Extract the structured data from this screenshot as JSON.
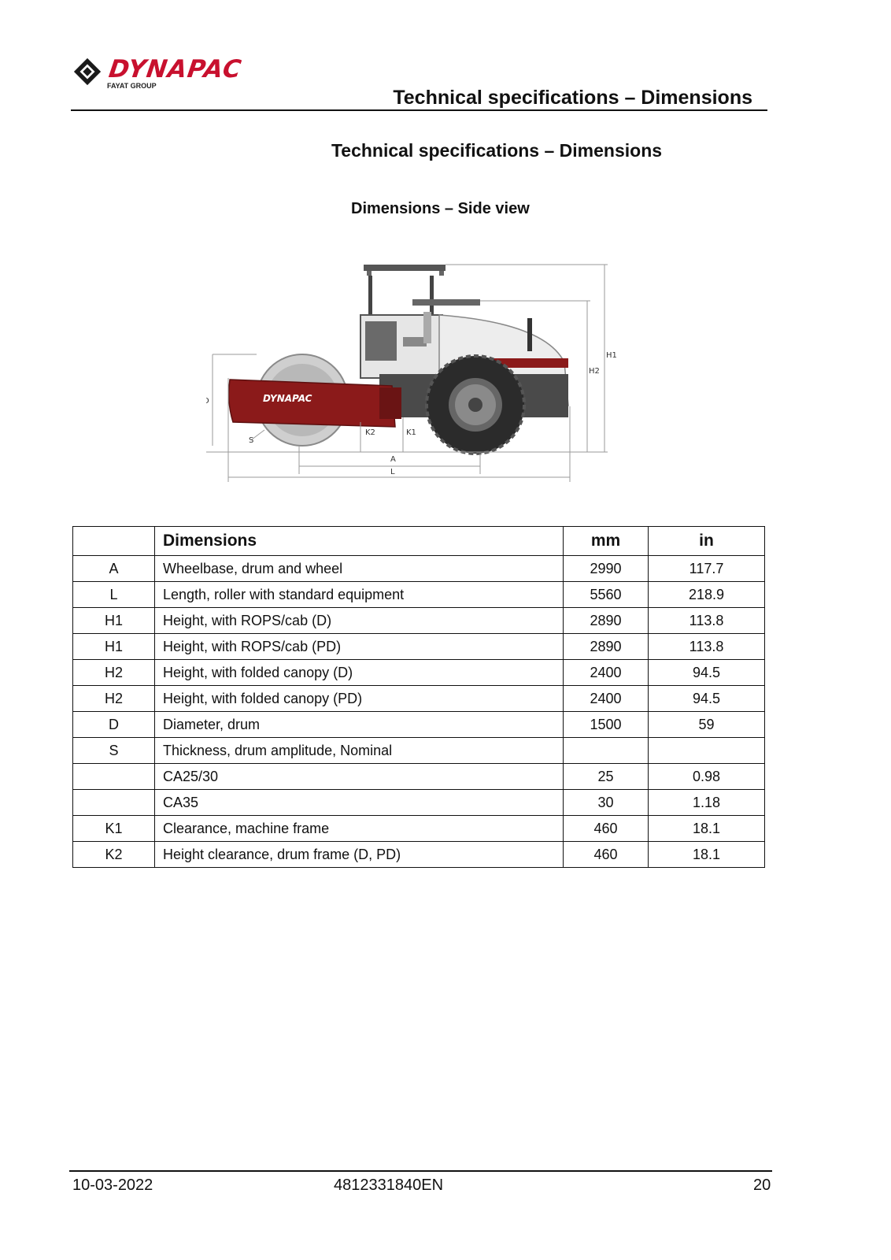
{
  "brand": {
    "name": "DYNAPAC",
    "group": "FAYAT GROUP",
    "color": "#c8102e"
  },
  "header": {
    "title": "Technical specifications – Dimensions"
  },
  "main": {
    "title": "Technical specifications – Dimensions",
    "view_title": "Dimensions – Side view"
  },
  "diagram": {
    "machine_logo": "DYNAPAC",
    "labels": {
      "A": "A",
      "L": "L",
      "H1": "H1",
      "H2": "H2",
      "D": "D",
      "S": "S",
      "K1": "K1",
      "K2": "K2"
    }
  },
  "table": {
    "headers": {
      "key": "",
      "dimensions": "Dimensions",
      "mm": "mm",
      "in": "in"
    },
    "rows": [
      {
        "key": "A",
        "desc": "Wheelbase, drum and wheel",
        "mm": "2990",
        "in": "117.7"
      },
      {
        "key": "L",
        "desc": "Length, roller with standard equipment",
        "mm": "5560",
        "in": "218.9"
      },
      {
        "key": "H1",
        "desc": "Height, with ROPS/cab (D)",
        "mm": "2890",
        "in": "113.8"
      },
      {
        "key": "H1",
        "desc": "Height, with ROPS/cab (PD)",
        "mm": "2890",
        "in": "113.8"
      },
      {
        "key": "H2",
        "desc": "Height, with folded canopy (D)",
        "mm": "2400",
        "in": "94.5"
      },
      {
        "key": "H2",
        "desc": "Height, with folded canopy (PD)",
        "mm": "2400",
        "in": "94.5"
      },
      {
        "key": "D",
        "desc": "Diameter, drum",
        "mm": "1500",
        "in": "59"
      },
      {
        "key": "S",
        "desc": "Thickness, drum amplitude, Nominal",
        "mm": "",
        "in": ""
      },
      {
        "key": "",
        "desc": "CA25/30",
        "mm": "25",
        "in": "0.98"
      },
      {
        "key": "",
        "desc": "CA35",
        "mm": "30",
        "in": "1.18"
      },
      {
        "key": "K1",
        "desc": "Clearance, machine frame",
        "mm": "460",
        "in": "18.1"
      },
      {
        "key": "K2",
        "desc": "Height clearance, drum frame (D, PD)",
        "mm": "460",
        "in": "18.1"
      }
    ]
  },
  "footer": {
    "date": "10-03-2022",
    "doc_number": "4812331840EN",
    "page": "20"
  }
}
